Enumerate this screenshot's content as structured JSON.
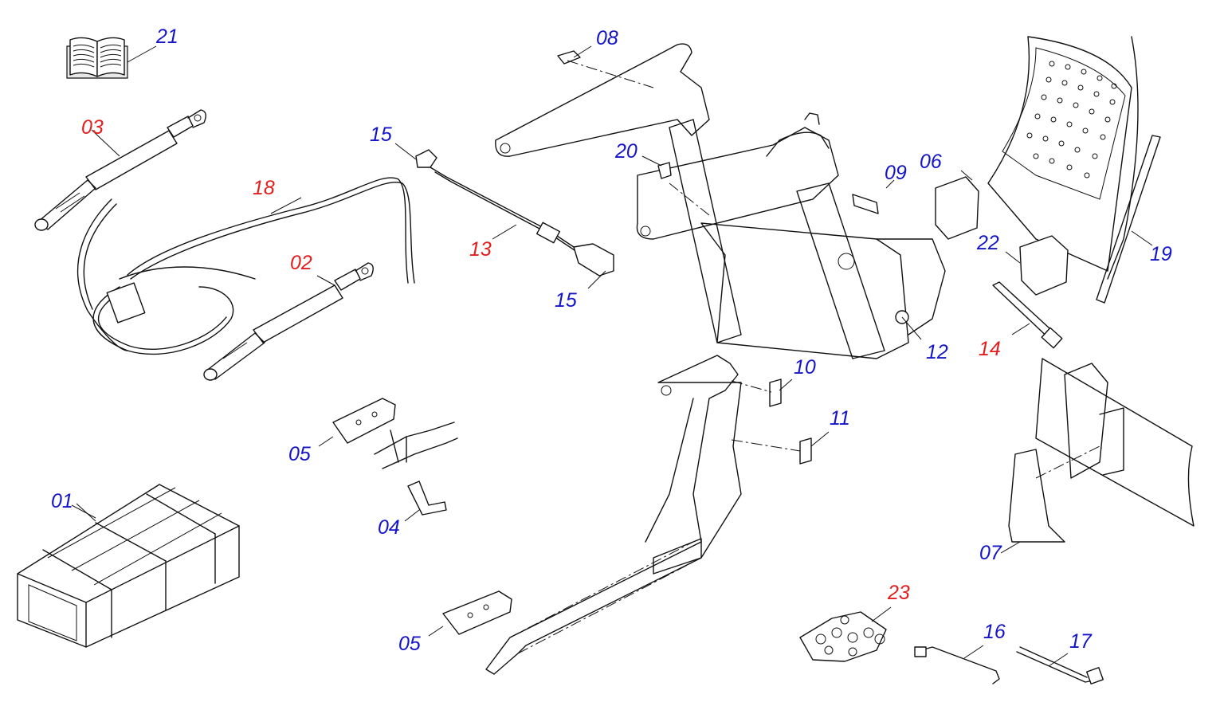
{
  "colors": {
    "required": "#e31e1e",
    "optional": "#1414c8",
    "ink": "#111111"
  },
  "labels": [
    {
      "id": "21",
      "text": "21",
      "color": "optional"
    },
    {
      "id": "03",
      "text": "03",
      "color": "required"
    },
    {
      "id": "18",
      "text": "18",
      "color": "required"
    },
    {
      "id": "02",
      "text": "02",
      "color": "required"
    },
    {
      "id": "15a",
      "text": "15",
      "color": "optional"
    },
    {
      "id": "13",
      "text": "13",
      "color": "required"
    },
    {
      "id": "15b",
      "text": "15",
      "color": "optional"
    },
    {
      "id": "08",
      "text": "08",
      "color": "optional"
    },
    {
      "id": "20",
      "text": "20",
      "color": "optional"
    },
    {
      "id": "09",
      "text": "09",
      "color": "optional"
    },
    {
      "id": "12",
      "text": "12",
      "color": "optional"
    },
    {
      "id": "06",
      "text": "06",
      "color": "optional"
    },
    {
      "id": "22",
      "text": "22",
      "color": "optional"
    },
    {
      "id": "19",
      "text": "19",
      "color": "optional"
    },
    {
      "id": "14",
      "text": "14",
      "color": "required"
    },
    {
      "id": "10",
      "text": "10",
      "color": "optional"
    },
    {
      "id": "11",
      "text": "11",
      "color": "optional"
    },
    {
      "id": "05a",
      "text": "05",
      "color": "optional"
    },
    {
      "id": "04",
      "text": "04",
      "color": "optional"
    },
    {
      "id": "01",
      "text": "01",
      "color": "optional"
    },
    {
      "id": "05b",
      "text": "05",
      "color": "optional"
    },
    {
      "id": "07",
      "text": "07",
      "color": "optional"
    },
    {
      "id": "23",
      "text": "23",
      "color": "required"
    },
    {
      "id": "16",
      "text": "16",
      "color": "optional"
    },
    {
      "id": "17",
      "text": "17",
      "color": "optional"
    }
  ]
}
